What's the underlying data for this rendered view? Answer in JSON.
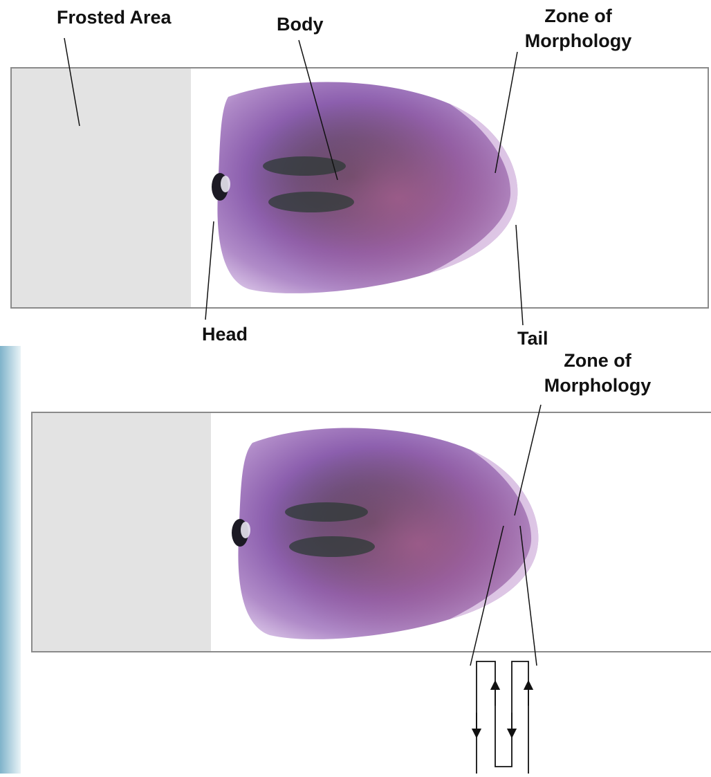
{
  "labels": {
    "frosted_area": "Frosted Area",
    "body": "Body",
    "zone_of_morphology_top_line1": "Zone of",
    "zone_of_morphology_top_line2": "Morphology",
    "head": "Head",
    "tail": "Tail",
    "zone_of_morphology_bottom_line1": "Zone of",
    "zone_of_morphology_bottom_line2": "Morphology"
  },
  "colors": {
    "frosted": "#e3e3e3",
    "slide_border": "#8a8a8a",
    "smear_light": "#c8a8d8",
    "smear_mid": "#8c5fae",
    "smear_dark": "#3c3a4a",
    "smear_pink": "#a45e8c",
    "leader_line": "#111111",
    "backdrop_blue": "#9fc4d6"
  }
}
